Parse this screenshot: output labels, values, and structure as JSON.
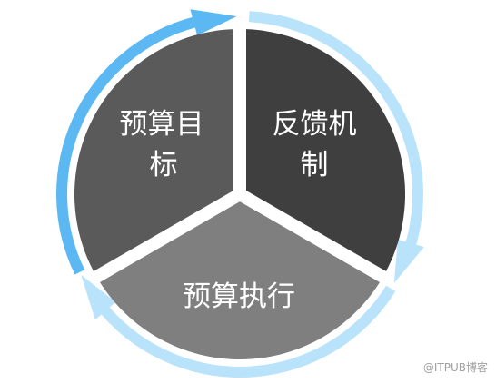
{
  "segments": [
    {
      "id": "budget-target",
      "line1": "预算目",
      "line2": "标",
      "color": "#5a5a5a"
    },
    {
      "id": "feedback-mechanism",
      "line1": "反馈机",
      "line2": "制",
      "color": "#3f3f3f"
    },
    {
      "id": "budget-execution",
      "line1": "预算执行",
      "line2": "",
      "color": "#7f7f7f"
    }
  ],
  "arrow_colors": {
    "dark": "#5bb8f2",
    "light": "#b9e2fb"
  },
  "watermark": "@ITPUB博客"
}
